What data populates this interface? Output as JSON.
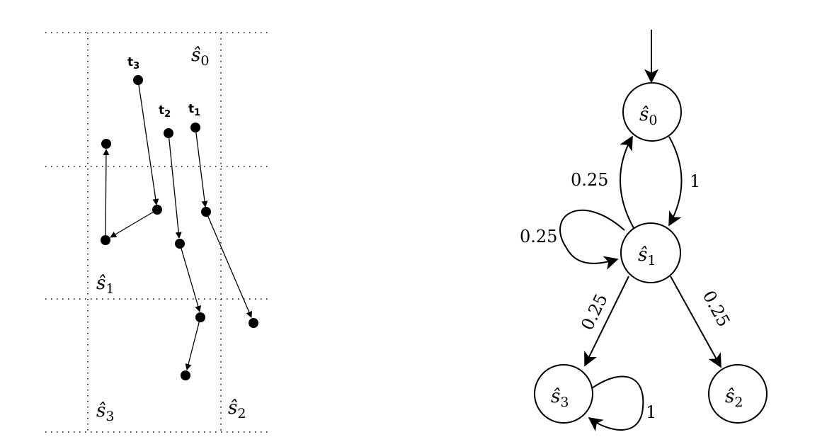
{
  "grid": {
    "regions": [
      {
        "id": "s0",
        "label": "ŝ",
        "sub": "0"
      },
      {
        "id": "s1",
        "label": "ŝ",
        "sub": "1"
      },
      {
        "id": "s3",
        "label": "ŝ",
        "sub": "3"
      },
      {
        "id": "s2",
        "label": "ŝ",
        "sub": "2"
      }
    ],
    "trajectories": [
      {
        "id": "t3",
        "label": "t",
        "sub": "3"
      },
      {
        "id": "t2",
        "label": "t",
        "sub": "2"
      },
      {
        "id": "t1",
        "label": "t",
        "sub": "1"
      }
    ]
  },
  "mdp": {
    "states": [
      {
        "id": "s0",
        "label": "ŝ",
        "sub": "0"
      },
      {
        "id": "s1",
        "label": "ŝ",
        "sub": "1"
      },
      {
        "id": "s3",
        "label": "ŝ",
        "sub": "3"
      },
      {
        "id": "s2",
        "label": "ŝ",
        "sub": "2"
      }
    ],
    "transitions": [
      {
        "from": "s0",
        "to": "s1",
        "prob": "1"
      },
      {
        "from": "s1",
        "to": "s0",
        "prob": "0.25"
      },
      {
        "from": "s1",
        "to": "s1",
        "prob": "0.25"
      },
      {
        "from": "s1",
        "to": "s3",
        "prob": "0.25"
      },
      {
        "from": "s1",
        "to": "s2",
        "prob": "0.25"
      },
      {
        "from": "s3",
        "to": "s3",
        "prob": "1"
      }
    ]
  }
}
